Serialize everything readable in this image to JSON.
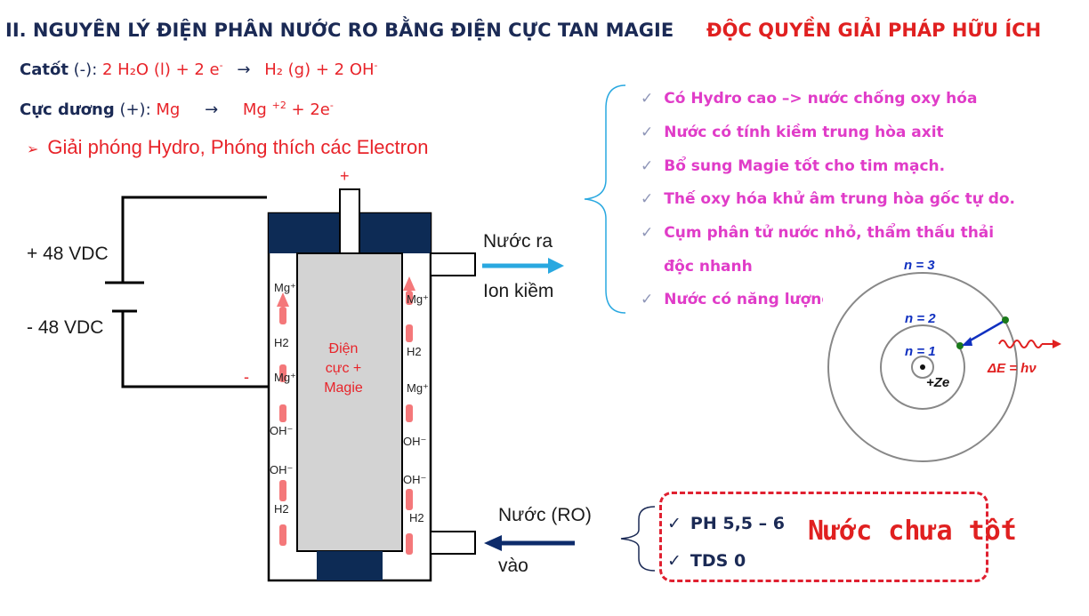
{
  "header": {
    "title": "II. NGUYÊN LÝ ĐIỆN PHÂN NƯỚC RO BẰNG ĐIỆN CỰC TAN MAGIE",
    "exclusive": "ĐỘC QUYỀN GIẢI PHÁP HỮU ÍCH"
  },
  "equations": {
    "cathode_label": "Catốt",
    "cathode_sign": " (-): ",
    "cathode_lhs": "2 H₂O (l) + 2 e",
    "cathode_lhs_sup": "-",
    "arrow": "→",
    "cathode_rhs": "H₂ (g) + 2 OH",
    "cathode_rhs_sup": "-",
    "anode_label": "Cực dương",
    "anode_sign": " (+): ",
    "anode_lhs": "Mg",
    "anode_rhs": "Mg",
    "anode_rhs_sup": "+2",
    "anode_rhs_tail": " + 2e",
    "anode_rhs_tail_sup": "-"
  },
  "release_text": "Giải phóng Hydro, Phóng thích các Electron",
  "release_marker": "➢",
  "benefits": [
    "Có Hydro cao –> nước chống oxy hóa",
    "Nước có tính kiềm trung hòa axit",
    "Bổ sung Magie tốt cho tim mạch.",
    "Thế oxy hóa khử âm trung hòa gốc tự do.",
    "Cụm phân tử nước nhỏ, thẩm thấu thải",
    "độc nhanh",
    "Nước có năng lượng"
  ],
  "check_mark": "✓",
  "power": {
    "plus_label": "+ 48 VDC",
    "minus_label": "- 48 VDC",
    "plus_sign": "+",
    "minus_sign": "-"
  },
  "cell": {
    "electrode_line1": "Điện",
    "electrode_line2": "cực +",
    "electrode_line3": "Magie",
    "left_labels": [
      "Mg⁺",
      "H2",
      "Mg⁺",
      "OH⁻",
      "OH⁻",
      "H2"
    ],
    "right_labels": [
      "Mg⁺",
      "H2",
      "Mg⁺",
      "OH⁻",
      "OH⁻",
      "H2"
    ]
  },
  "outlet": {
    "line1": "Nước ra",
    "line2": "Ion kiềm"
  },
  "inlet": {
    "line1": "Nước (RO)",
    "line2": "vào"
  },
  "ro_specs": [
    "PH 5,5 – 6",
    "TDS 0"
  ],
  "ro_verdict": "Nước chưa tốt",
  "atom": {
    "n3": "n = 3",
    "n2": "n = 2",
    "n1": "n = 1",
    "nucleus": "+Ze",
    "energy": "ΔE = hν"
  },
  "colors": {
    "navy": "#1b2a55",
    "red": "#e8242a",
    "magenta": "#e03cc8",
    "arrow_blue": "#29a8e0",
    "arrow_dark": "#0d2b6b",
    "cap_dark": "#0d2b55"
  }
}
